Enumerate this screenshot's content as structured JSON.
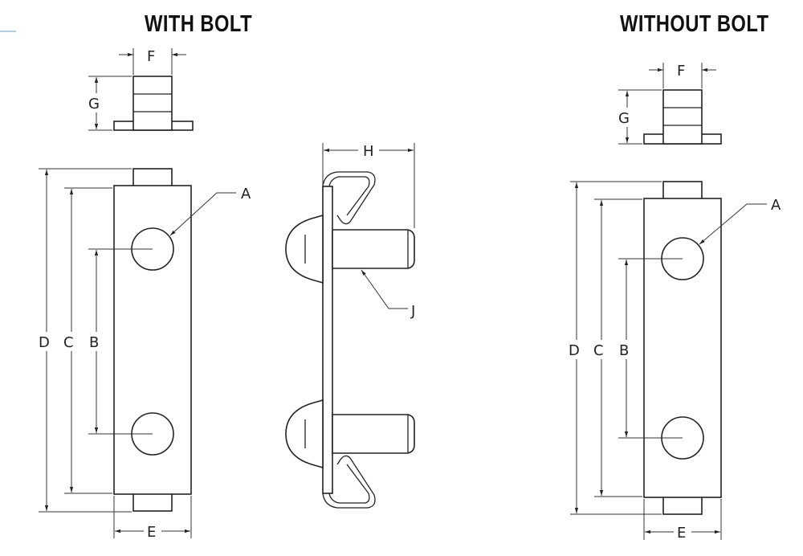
{
  "titles": {
    "with_bolt": "WITH BOLT",
    "without_bolt": "WITHOUT BOLT"
  },
  "dimension_labels": {
    "A": "A",
    "B": "B",
    "C": "C",
    "D": "D",
    "E": "E",
    "F": "F",
    "G": "G",
    "H": "H",
    "J": "J"
  },
  "colors": {
    "line": "#222222",
    "accent_rule": "#6fb8d8"
  }
}
